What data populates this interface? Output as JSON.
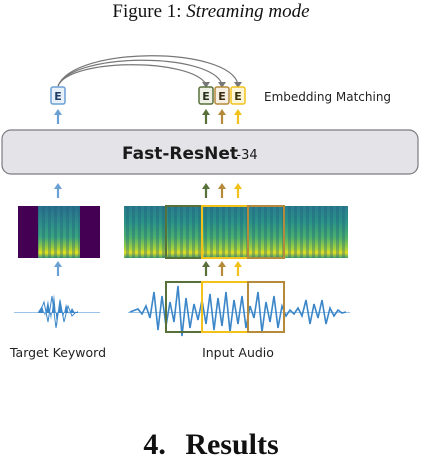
{
  "caption": {
    "label": "Figure 1:",
    "text": "Streaming mode"
  },
  "diagram": {
    "model_name": "Fast-ResNet",
    "model_suffix": "-34",
    "embedding_letter": "E",
    "embedding_label": "Embedding Matching",
    "target_label": "Target Keyword",
    "input_label": "Input Audio",
    "colors": {
      "target": "#6aa0d4",
      "window1": "#58703a",
      "window2": "#b58a3a",
      "window3": "#f2c21b",
      "box_fill": "#e4e4e8",
      "box_stroke": "#7a7a82",
      "waveform": "#3a86c8"
    }
  },
  "section": {
    "number": "4.",
    "title": "Results"
  }
}
